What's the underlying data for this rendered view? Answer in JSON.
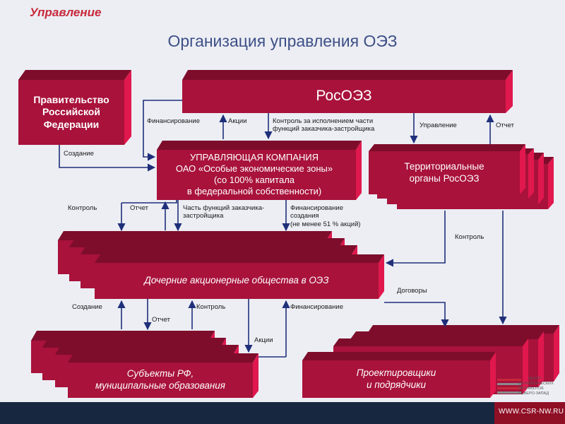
{
  "header": {
    "section": "Управление",
    "title": "Организация управления ОЭЗ"
  },
  "boxes": {
    "government": [
      "Правительство",
      "Российской",
      "Федерации"
    ],
    "rosoez": "РосОЭЗ",
    "managing_company": [
      "УПРАВЛЯЮЩАЯ КОМПАНИЯ",
      "ОАО «Особые экономические зоны»",
      "(со 100% капитала",
      "в федеральной собственности)"
    ],
    "territorial": [
      "Территориальные",
      "органы РосОЭЗ"
    ],
    "subsidiaries": "Дочерние акционерные общества в ОЭЗ",
    "subjects": [
      "Субъекты РФ,",
      "муниципальные образования"
    ],
    "designers": [
      "Проектировщики",
      "и подрядчики"
    ]
  },
  "labels": {
    "creation_1": "Создание",
    "financing_1": "Финансирование",
    "shares_1": "Акции",
    "control_customer": [
      "Контроль за исполнением части",
      "функций заказчика-застройщика"
    ],
    "management": "Управление",
    "report_1": "Отчет",
    "control_1": "Контроль",
    "report_2": "Отчет",
    "part_functions": [
      "Часть функций заказчика-",
      "застройщика"
    ],
    "financing_creation": [
      "Финансирование",
      "создания",
      "(не менее 51 % акций)"
    ],
    "control_2": "Контроль",
    "contracts": "Договоры",
    "creation_2": "Создание",
    "report_3": "Отчет",
    "control_3": "Контроль",
    "financing_2": "Финансирование",
    "shares_2": "Акции"
  },
  "footer": {
    "url": "WWW.CSR-NW.RU",
    "logo_lines": [
      "ЦЕНТР",
      "СТРАТЕГИЧЕСКИХ",
      "РАЗРАБОТОК",
      "СЕВЕРО-ЗАПАД"
    ]
  },
  "colors": {
    "box_front": "#a8123b",
    "box_top": "#7d0d2b",
    "box_side": "#e0184e",
    "arrow": "#1f2f7a",
    "title": "#3d4f86",
    "section": "#c8283a"
  }
}
